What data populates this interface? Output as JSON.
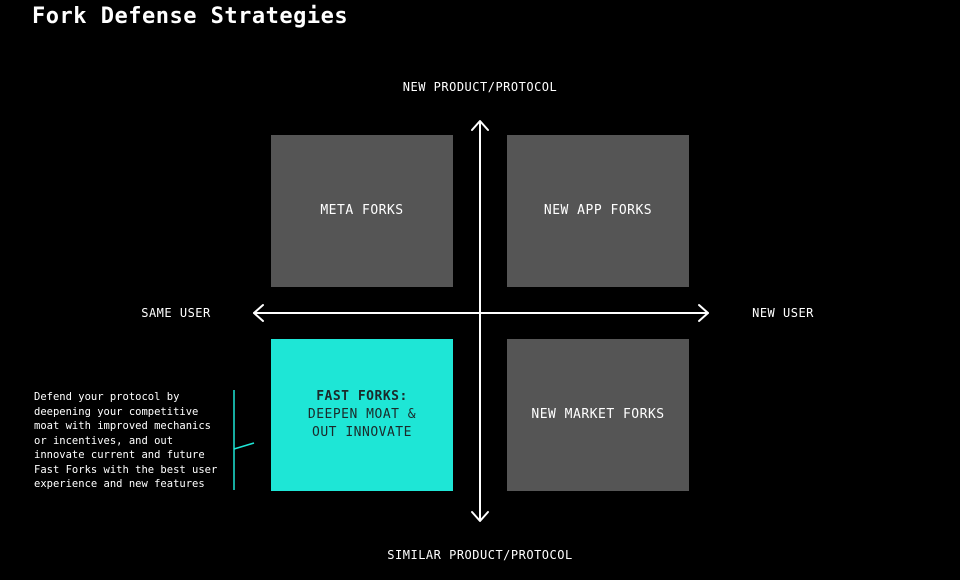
{
  "title": "Fork Defense Strategies",
  "axes": {
    "top": "NEW PRODUCT/PROTOCOL",
    "bottom": "SIMILAR PRODUCT/PROTOCOL",
    "left": "SAME USER",
    "right": "NEW USER"
  },
  "quadrants": {
    "top_left": "META FORKS",
    "top_right": "NEW APP FORKS",
    "bottom_left": {
      "title": "FAST FORKS:",
      "subtitle_line1": "DEEPEN MOAT &",
      "subtitle_line2": "OUT INNOVATE"
    },
    "bottom_right": "NEW MARKET FORKS"
  },
  "annotation": "Defend your protocol by\ndeepening your competitive\nmoat with improved mechanics\nor incentives, and out\ninnovate current and future\nFast Forks with the best user\nexperience and new features",
  "colors": {
    "background": "#000000",
    "quadrant": "#555555",
    "highlight": "#1ee6d6",
    "axis": "#ffffff"
  }
}
